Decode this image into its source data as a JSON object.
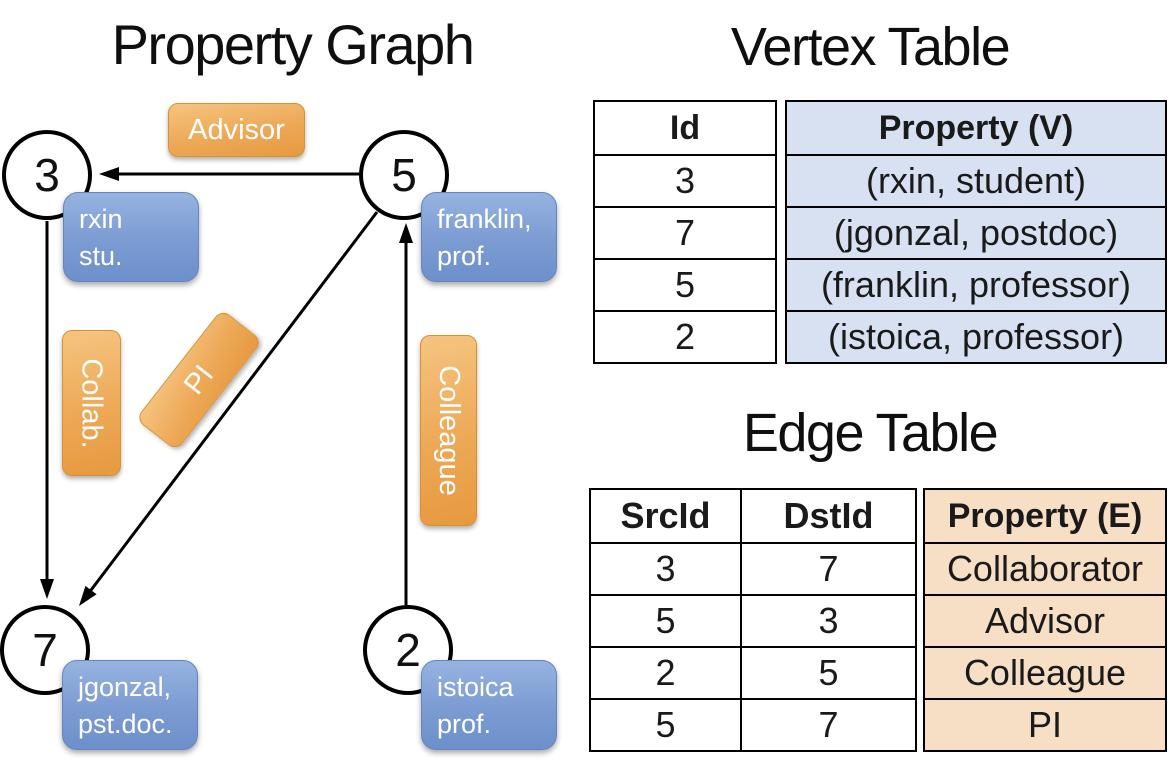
{
  "graph": {
    "title": "Property Graph",
    "nodes": [
      {
        "id": "3",
        "line1": "rxin",
        "line2": "stu."
      },
      {
        "id": "5",
        "line1": "franklin,",
        "line2": "prof."
      },
      {
        "id": "7",
        "line1": "jgonzal,",
        "line2": "pst.doc."
      },
      {
        "id": "2",
        "line1": "istoica",
        "line2": "prof."
      }
    ],
    "edge_labels": {
      "advisor": "Advisor",
      "collab": "Collab.",
      "pi": "PI",
      "colleague": "Colleague"
    }
  },
  "vertex_table": {
    "title": "Vertex Table",
    "columns": {
      "id": "Id",
      "property": "Property (V)"
    },
    "rows": [
      {
        "id": "3",
        "property": "(rxin, student)"
      },
      {
        "id": "7",
        "property": "(jgonzal, postdoc)"
      },
      {
        "id": "5",
        "property": "(franklin, professor)"
      },
      {
        "id": "2",
        "property": "(istoica, professor)"
      }
    ]
  },
  "edge_table": {
    "title": "Edge Table",
    "columns": {
      "src": "SrcId",
      "dst": "DstId",
      "property": "Property (E)"
    },
    "rows": [
      {
        "src": "3",
        "dst": "7",
        "property": "Collaborator"
      },
      {
        "src": "5",
        "dst": "3",
        "property": "Advisor"
      },
      {
        "src": "2",
        "dst": "5",
        "property": "Colleague"
      },
      {
        "src": "5",
        "dst": "7",
        "property": "PI"
      }
    ]
  },
  "colors": {
    "edge_label_orange": "#E7993F",
    "vertex_box_blue": "#7B9BD2",
    "vertex_table_fill": "#D8E1F2",
    "edge_table_fill": "#F6DFC5",
    "line_black": "#000000"
  }
}
